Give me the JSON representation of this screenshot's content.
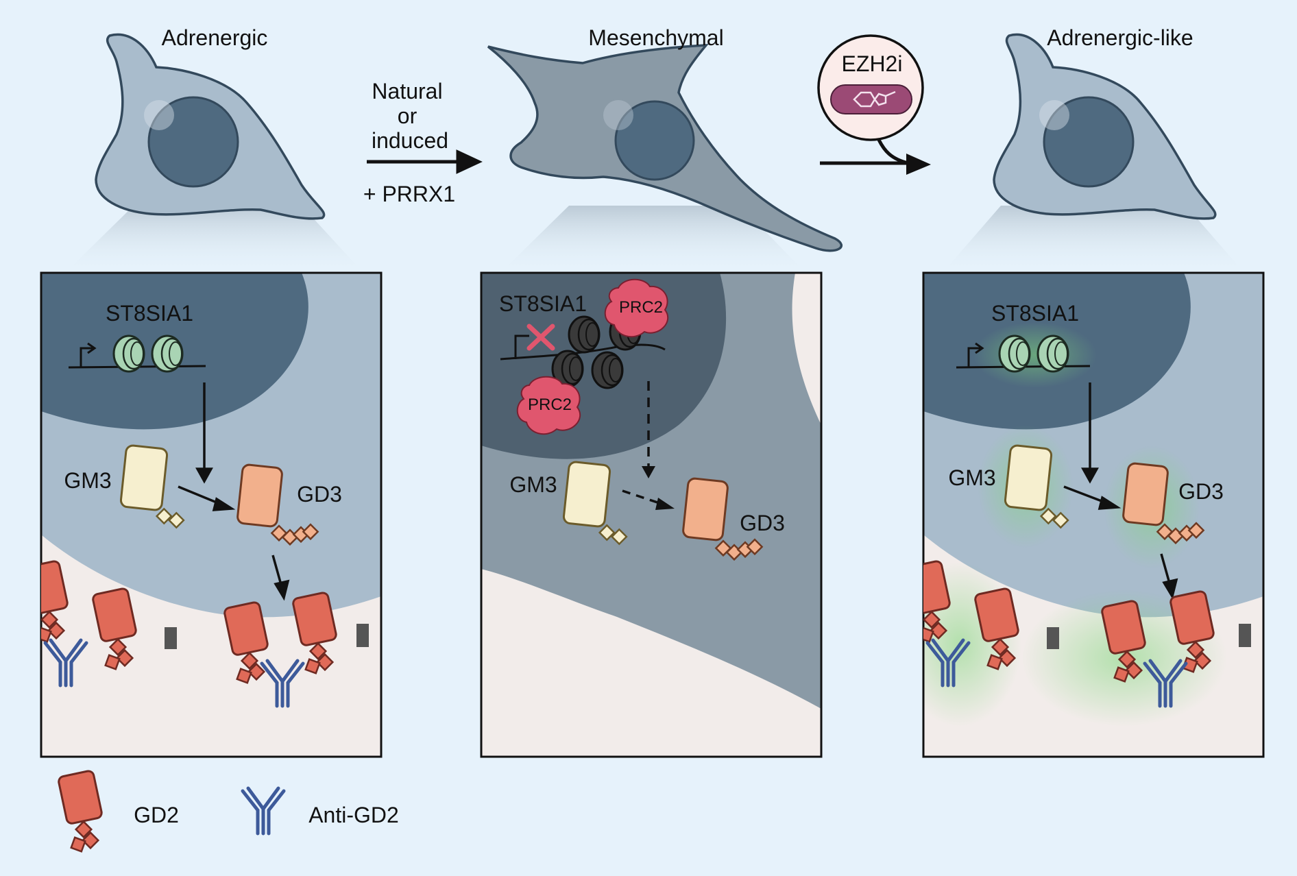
{
  "cells": {
    "adrenergic": "Adrenergic",
    "mesenchymal": "Mesenchymal",
    "adrenergic_like": "Adrenergic-like"
  },
  "transition": {
    "line1": "Natural",
    "line2": "or",
    "line3": "induced",
    "factor": "+ PRRX1"
  },
  "drug": {
    "label": "EZH2i"
  },
  "panels": {
    "left": {
      "gene": "ST8SIA1",
      "gm3": "GM3",
      "gd3": "GD3"
    },
    "middle": {
      "gene": "ST8SIA1",
      "gm3": "GM3",
      "gd3": "GD3",
      "prc2_a": "PRC2",
      "prc2_b": "PRC2"
    },
    "right": {
      "gene": "ST8SIA1",
      "gm3": "GM3",
      "gd3": "GD3"
    }
  },
  "legend": {
    "gd2": "GD2",
    "anti_gd2": "Anti-GD2"
  },
  "colors": {
    "background": "#e6f2fb",
    "cell": "#a9bccc",
    "mesenchymal_cell": "#8a9aa6",
    "nucleus": "#4f6a80",
    "gd2": "#e06a58",
    "gd3": "#f2b08c",
    "gm3": "#f6efcf",
    "antibody": "#3d5a9a",
    "prc2": "#e0566e",
    "nucleosome_active": "#a9d4b4",
    "nucleosome_silenced": "#3a3a3a",
    "glow": "#7fd67a"
  }
}
